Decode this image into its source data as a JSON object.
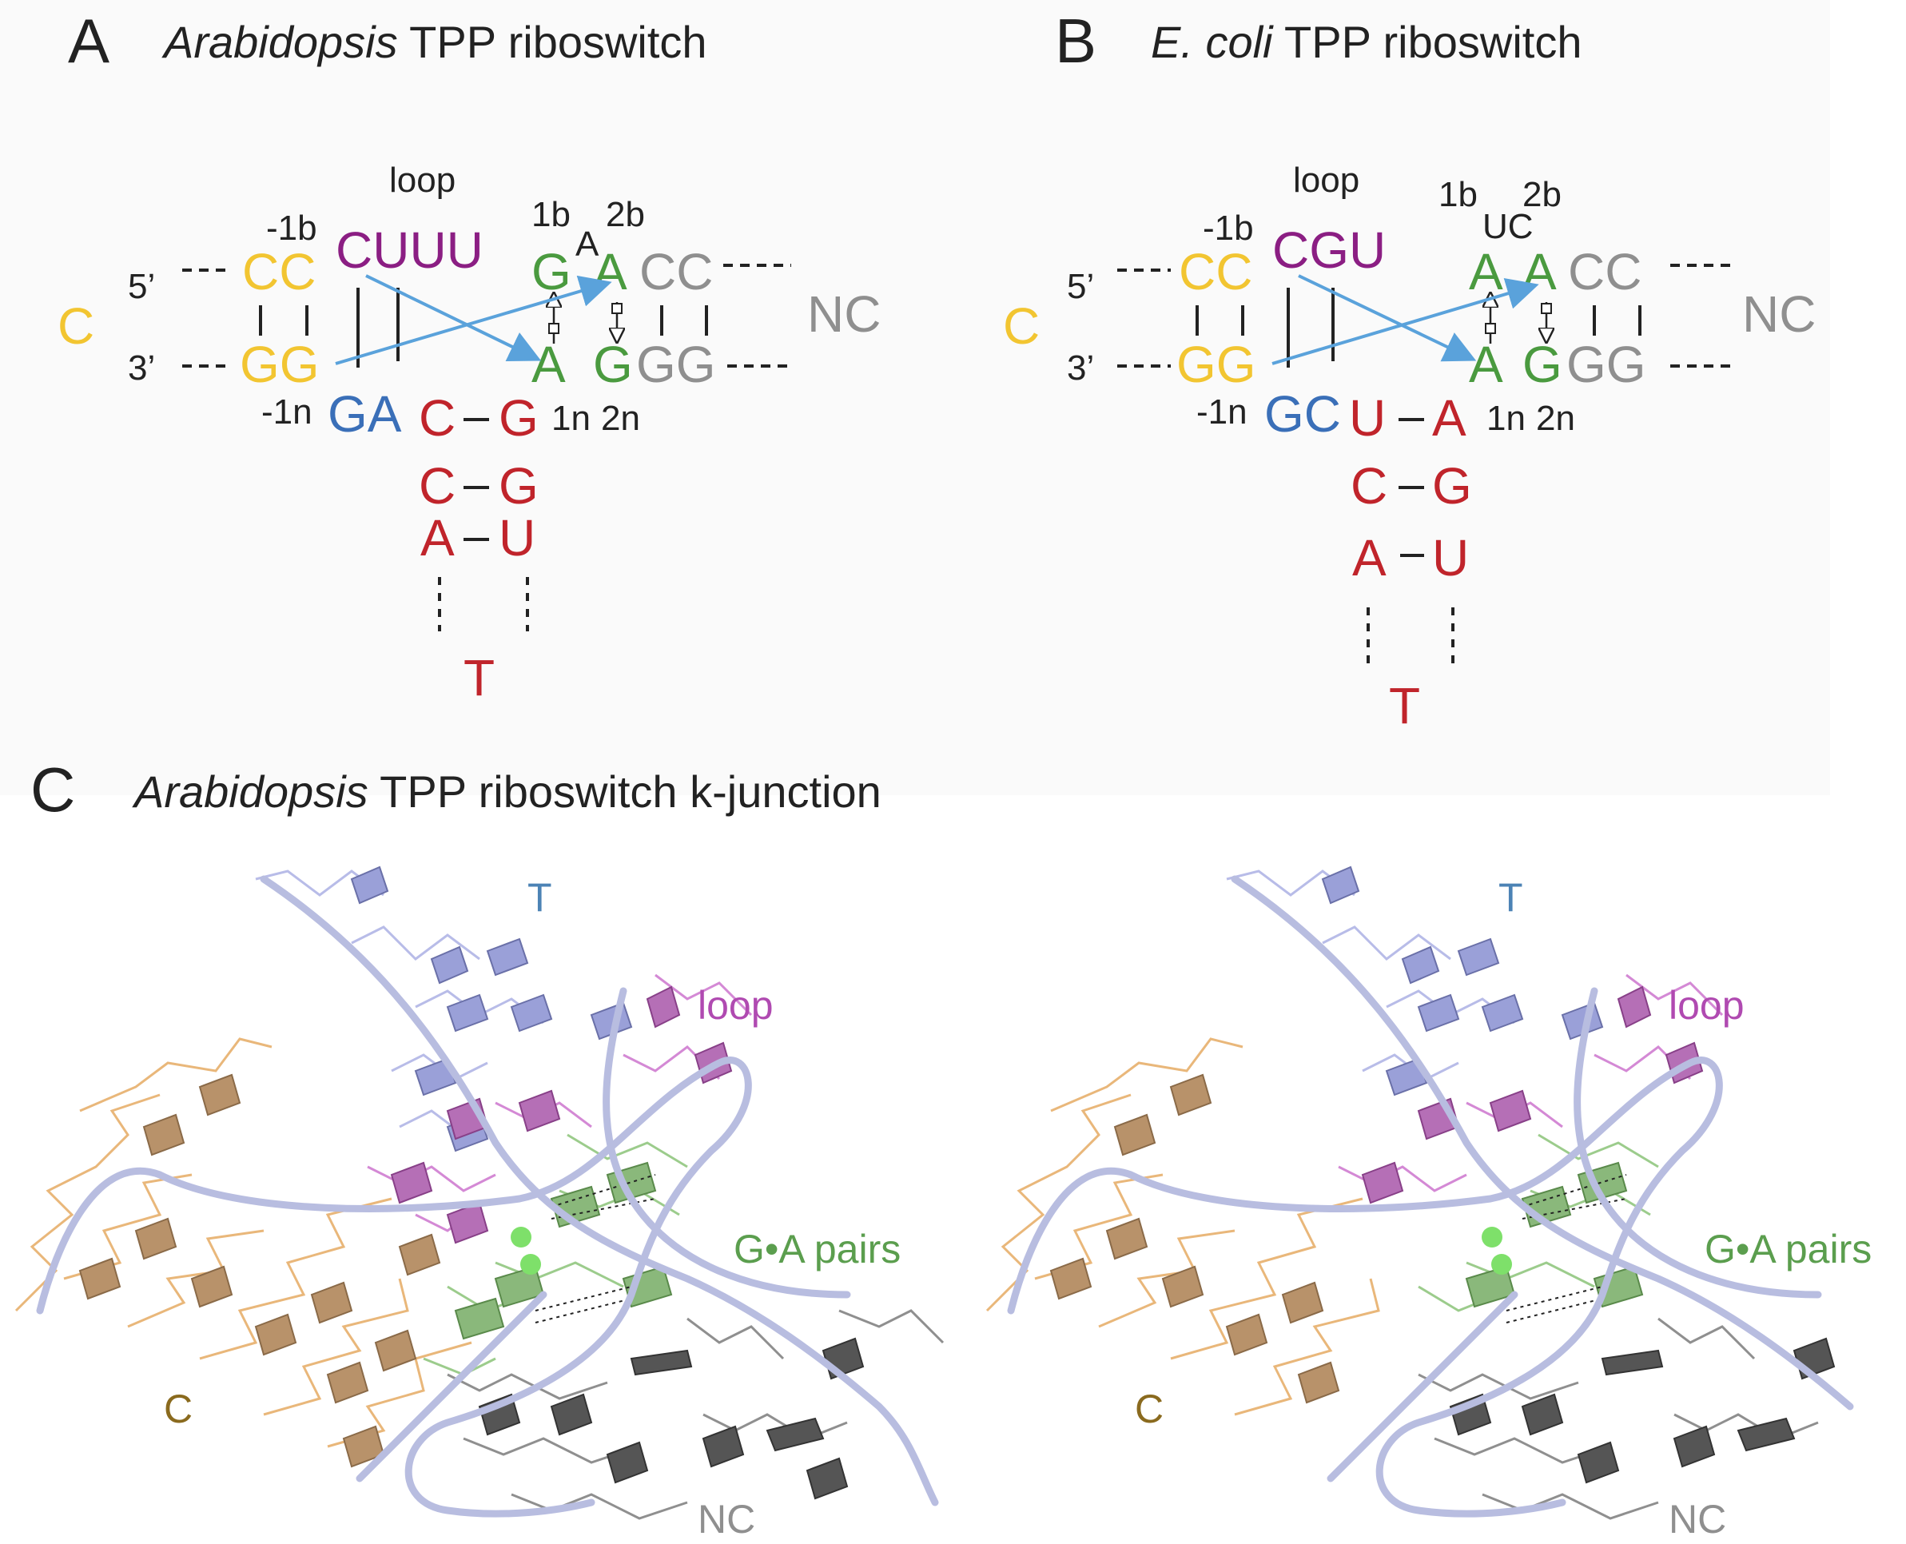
{
  "colors": {
    "c_stem": "#f2c531",
    "loop": "#8b1e83",
    "green": "#4a9a3f",
    "grey": "#8f8f8f",
    "blue": "#3a6fb8",
    "red": "#c0242b",
    "arrow": "#5aa2db",
    "t_3d": "#4c83b5",
    "loop_3d": "#b04ab1",
    "ga_3d": "#5b9e4e",
    "c_3d": "#8a6a1e",
    "nc_3d": "#8f8f8f",
    "backbone": "#b8bde0"
  },
  "panel_a": {
    "letter": "A",
    "title_italic": "Arabidopsis",
    "title_rest": " TPP riboswitch",
    "loop_label": "loop",
    "minus1b": "-1b",
    "minus1n": "-1n",
    "one_b": "1b",
    "two_b": "2b",
    "one_n": "1n",
    "two_n": "2n",
    "five_prime": "5’",
    "three_prime": "3’",
    "c_label": "C",
    "nc_label": "NC",
    "t_label": "T",
    "top_cc": "CC",
    "bot_gg": "GG",
    "loop_seq": "CUUU",
    "top_g": "G",
    "bulge": "A",
    "top_a": "A",
    "top_cc_nc": "CC",
    "bot_a": "A",
    "bot_g": "G",
    "bot_gg_nc": "GG",
    "blue_seq": "GA",
    "t_pairs": [
      {
        "left": "C",
        "right": "G"
      },
      {
        "left": "C",
        "right": "G"
      },
      {
        "left": "A",
        "right": "U"
      }
    ]
  },
  "panel_b": {
    "letter": "B",
    "title_italic": "E. coli",
    "title_rest": " TPP riboswitch",
    "loop_label": "loop",
    "minus1b": "-1b",
    "minus1n": "-1n",
    "one_b": "1b",
    "two_b": "2b",
    "one_n": "1n",
    "two_n": "2n",
    "five_prime": "5’",
    "three_prime": "3’",
    "c_label": "C",
    "nc_label": "NC",
    "t_label": "T",
    "top_cc": "CC",
    "bot_gg": "GG",
    "loop_seq": "CGU",
    "bulge": "UC",
    "top_a1": "A",
    "top_a2": "A",
    "top_cc_nc": "CC",
    "bot_a": "A",
    "bot_g": "G",
    "bot_gg_nc": "GG",
    "blue_seq": "GC",
    "t_pairs": [
      {
        "left": "U",
        "right": "A"
      },
      {
        "left": "C",
        "right": "G"
      },
      {
        "left": "A",
        "right": "U"
      }
    ]
  },
  "panel_c": {
    "letter": "C",
    "title_italic": "Arabidopsis",
    "title_rest": " TPP riboswitch k-junction",
    "stereo_left": {
      "t": "T",
      "loop": "loop",
      "ga": "G•A pairs",
      "c": "C",
      "nc": "NC"
    },
    "stereo_right": {
      "t": "T",
      "loop": "loop",
      "ga": "G•A pairs",
      "c": "C",
      "nc": "NC"
    }
  }
}
